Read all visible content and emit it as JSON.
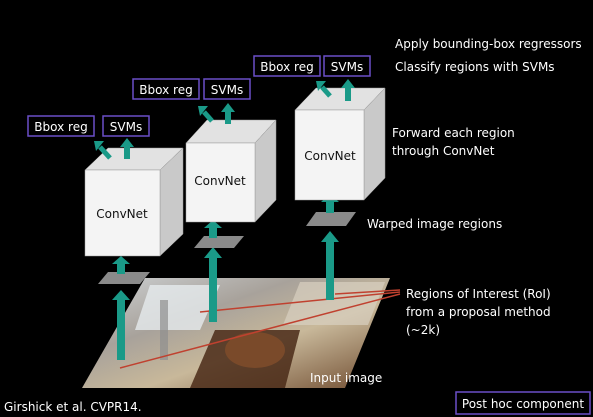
{
  "colors": {
    "background": "#000000",
    "arrow": "#1a9a88",
    "box_border": "#6a4fc8",
    "cube_front": "#f4f4f4",
    "cube_side": "#c9c9c9",
    "cube_top": "#e2e2e2",
    "region_line": "#c0412f"
  },
  "diagram": {
    "cnn_label": "ConvNet",
    "bbox_label": "Bbox reg",
    "svm_label": "SVMs",
    "annotations": {
      "apply_bbox": "Apply bounding-box regressors",
      "classify": "Classify regions with SVMs",
      "forward_line1": "Forward each region",
      "forward_line2": "through ConvNet",
      "warped": "Warped image regions",
      "roi_line1": "Regions of Interest (RoI)",
      "roi_line2": "from a proposal method",
      "roi_line3": "(~2k)",
      "input": "Input image"
    }
  },
  "footer": {
    "citation": "Girshick et al. CVPR14.",
    "post_hoc": "Post hoc component"
  }
}
